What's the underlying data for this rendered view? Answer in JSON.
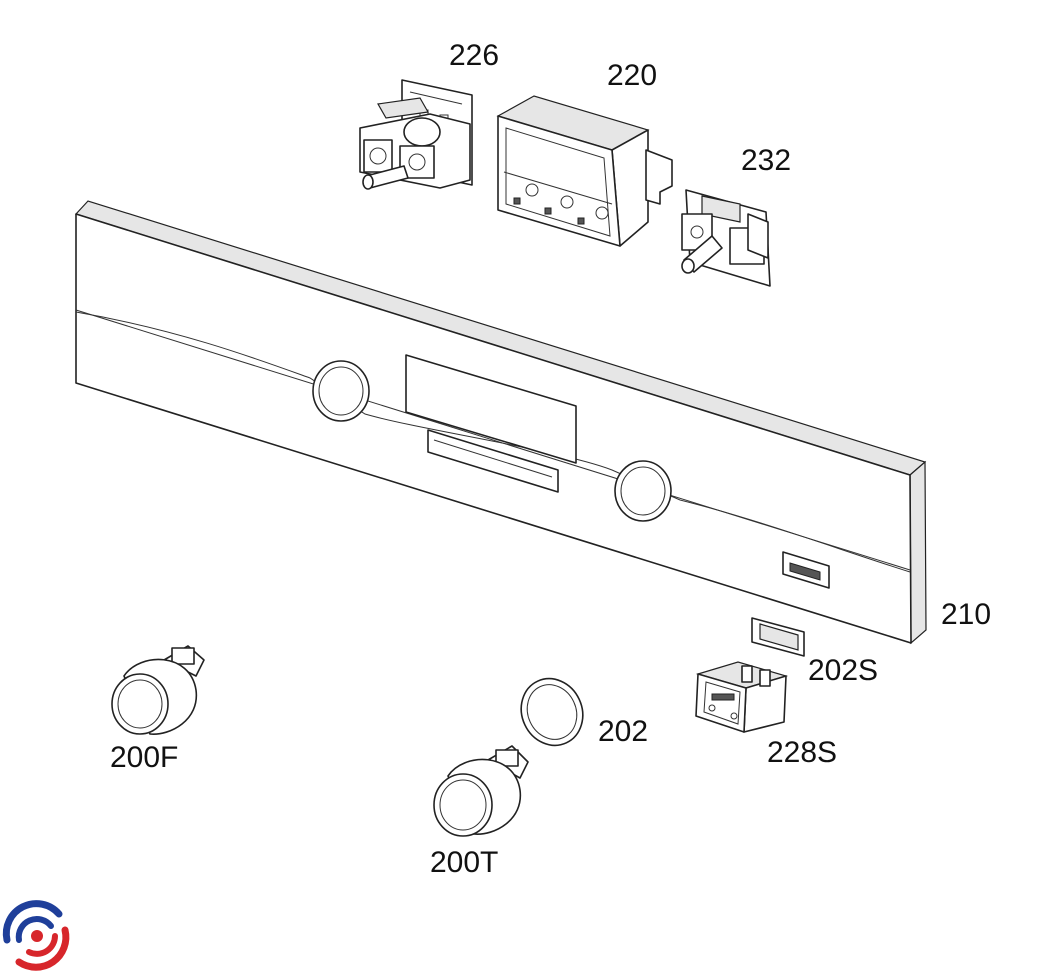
{
  "parts": [
    {
      "id": "226",
      "label": "226"
    },
    {
      "id": "220",
      "label": "220"
    },
    {
      "id": "232",
      "label": "232"
    },
    {
      "id": "210",
      "label": "210"
    },
    {
      "id": "202S",
      "label": "202S"
    },
    {
      "id": "228S",
      "label": "228S"
    },
    {
      "id": "202",
      "label": "202"
    },
    {
      "id": "200F",
      "label": "200F"
    },
    {
      "id": "200T",
      "label": "200T"
    }
  ],
  "logo": {
    "colors": {
      "blue": "#1f3f9a",
      "red": "#d7262b"
    }
  }
}
